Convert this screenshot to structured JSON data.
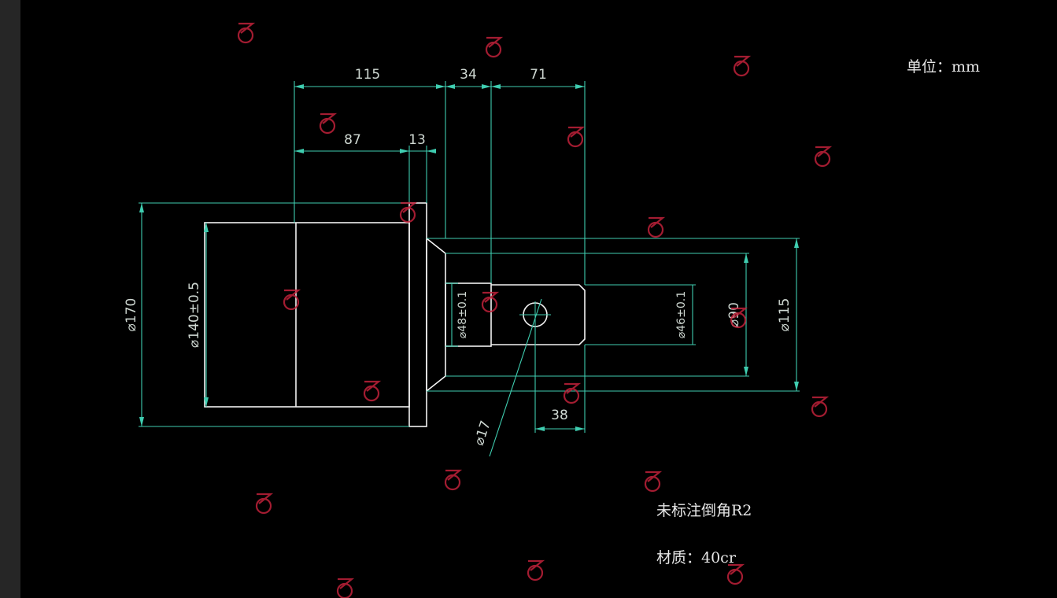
{
  "colors": {
    "background": "#000000",
    "outline": "#f2f2f2",
    "dimension": "#3fcdb0",
    "text": "#cfd8d2",
    "watermark": "#c0223a"
  },
  "unit_label": "单位：mm",
  "dimensions": {
    "top_115": "115",
    "top_34": "34",
    "top_71": "71",
    "mid_87": "87",
    "mid_13": "13",
    "bottom_38": "38",
    "dia_170": "⌀170",
    "dia_140": "⌀140±0.5",
    "dia_48": "⌀48±0.1",
    "dia_46": "⌀46±0.1",
    "dia_90": "⌀90",
    "dia_115": "⌀115",
    "dia_17": "⌀17"
  },
  "notes": {
    "chamfer": "未标注倒角R2",
    "material": "材质：40cr"
  },
  "watermark_icon": "watermark-logo-icon"
}
